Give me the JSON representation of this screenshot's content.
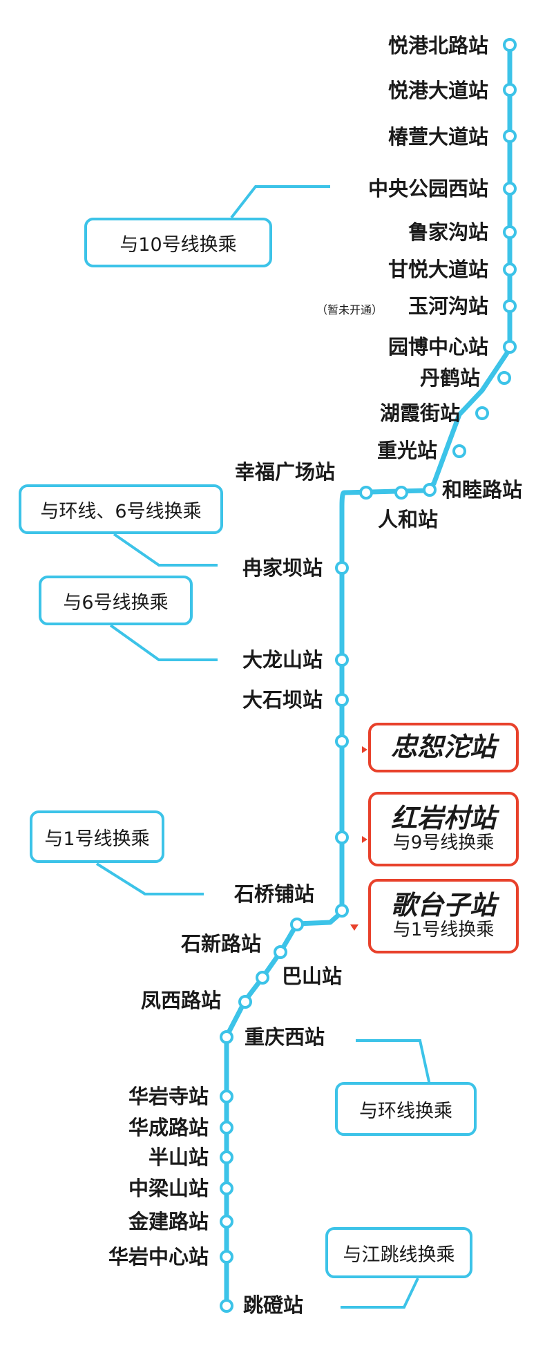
{
  "colors": {
    "line": "#3cc3e8",
    "highlight": "#e8412b",
    "station_fill": "#ffffff",
    "text": "#1a1a1a"
  },
  "stations": [
    {
      "name": "悦港北路站"
    },
    {
      "name": "悦港大道站"
    },
    {
      "name": "椿萱大道站"
    },
    {
      "name": "中央公园西站"
    },
    {
      "name": "鲁家沟站"
    },
    {
      "name": "甘悦大道站"
    },
    {
      "name": "玉河沟站",
      "note": "（暂未开通）"
    },
    {
      "name": "园博中心站"
    },
    {
      "name": "丹鹤站"
    },
    {
      "name": "湖霞街站"
    },
    {
      "name": "重光站"
    },
    {
      "name": "和睦路站"
    },
    {
      "name": "人和站"
    },
    {
      "name": "幸福广场站"
    },
    {
      "name": "冉家坝站"
    },
    {
      "name": "大龙山站"
    },
    {
      "name": "大石坝站"
    },
    {
      "name": "忠恕沱站"
    },
    {
      "name": "红岩村站",
      "transfer": "与9号线换乘"
    },
    {
      "name": "石桥铺站"
    },
    {
      "name": "歌台子站",
      "transfer": "与1号线换乘"
    },
    {
      "name": "石新路站"
    },
    {
      "name": "巴山站"
    },
    {
      "name": "凤西路站"
    },
    {
      "name": "重庆西站"
    },
    {
      "name": "华岩寺站"
    },
    {
      "name": "华成路站"
    },
    {
      "name": "半山站"
    },
    {
      "name": "中梁山站"
    },
    {
      "name": "金建路站"
    },
    {
      "name": "华岩中心站"
    },
    {
      "name": "跳磴站"
    }
  ],
  "transfer_boxes": [
    {
      "text": "与10号线换乘"
    },
    {
      "text": "与环线、6号线换乘"
    },
    {
      "text": "与6号线换乘"
    },
    {
      "text": "与1号线换乘"
    },
    {
      "text": "与环线换乘"
    },
    {
      "text": "与江跳线换乘"
    }
  ]
}
